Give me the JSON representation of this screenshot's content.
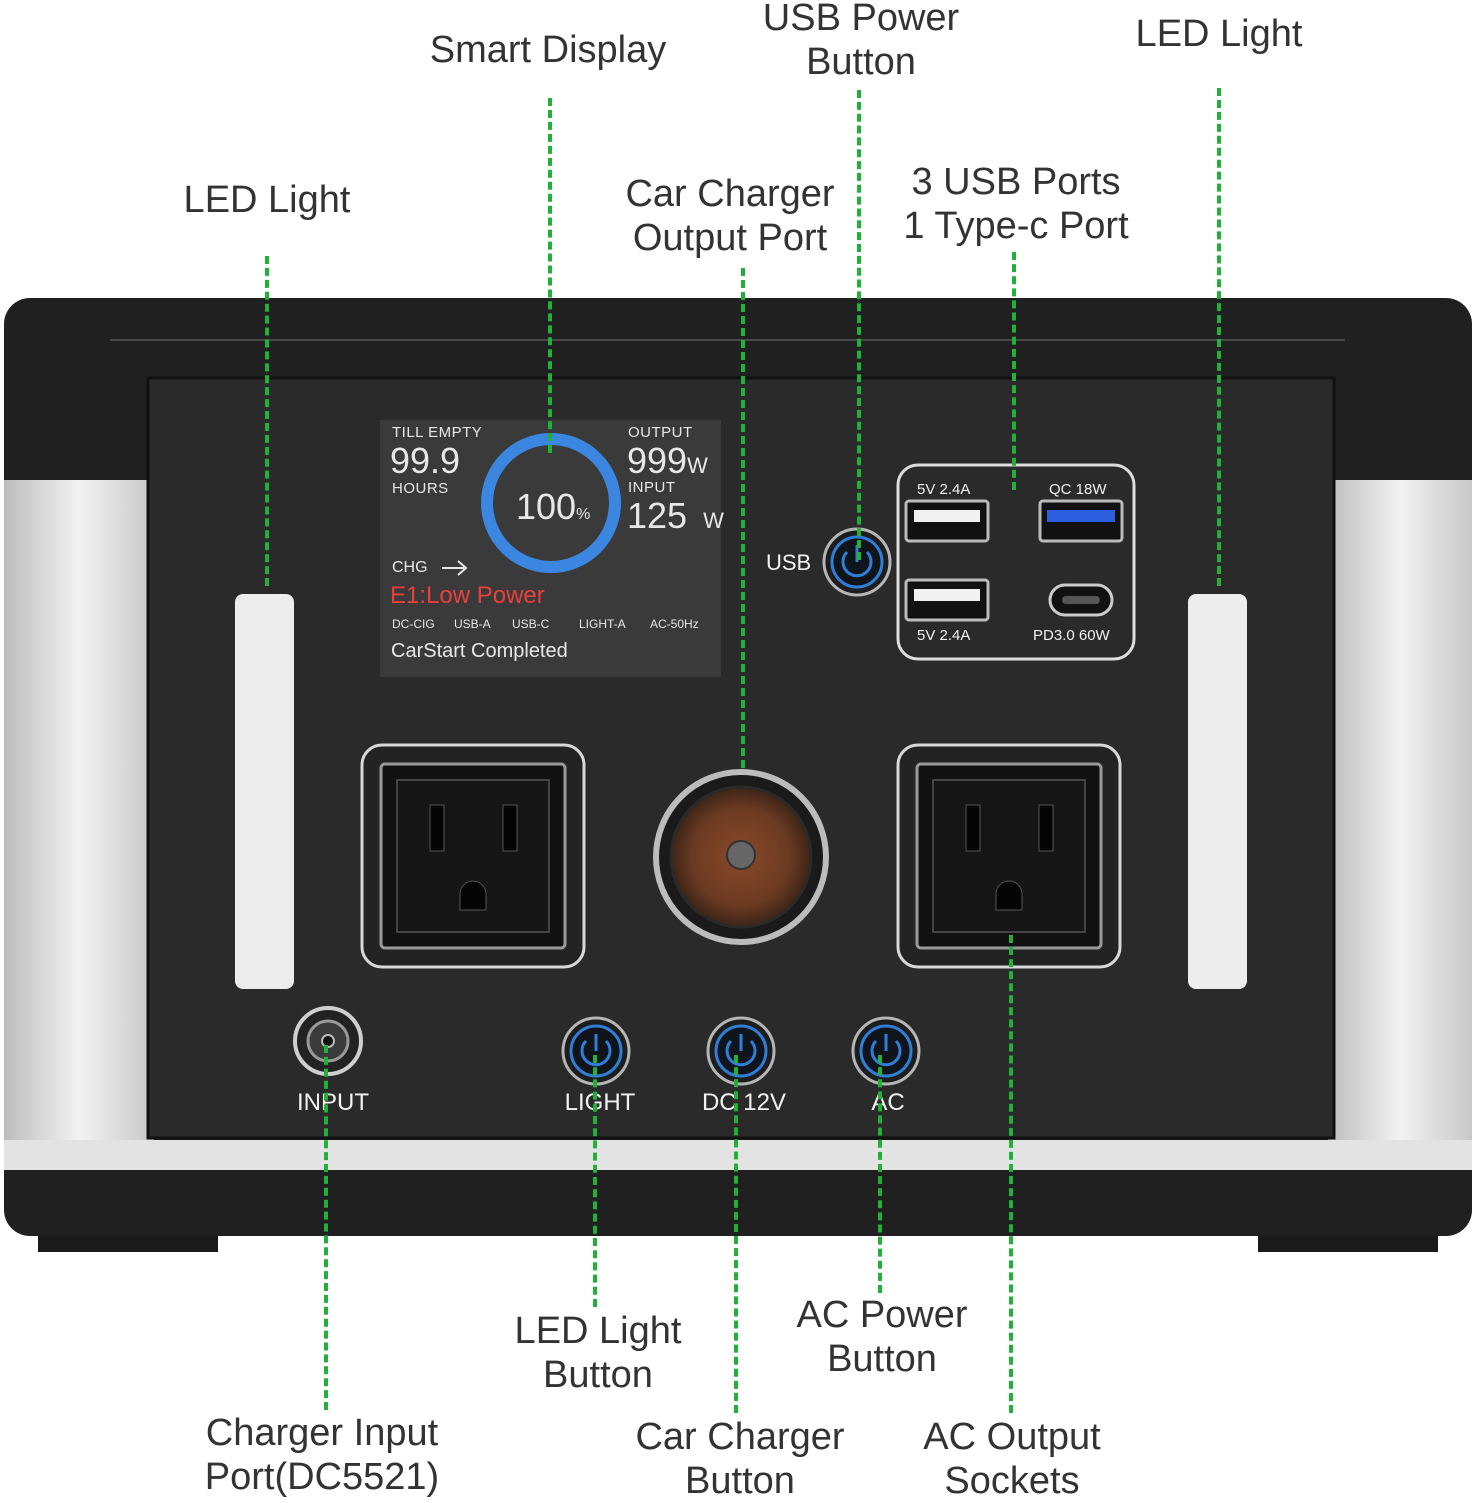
{
  "callouts": {
    "led_light_left": "LED Light",
    "smart_display": "Smart Display",
    "usb_power_button": [
      "USB Power",
      "Button"
    ],
    "led_light_right": "LED Light",
    "car_charger_output_port": [
      "Car Charger",
      "Output Port"
    ],
    "usb_ports": [
      "3 USB Ports",
      "1 Type-c Port"
    ],
    "led_light_button": [
      "LED Light",
      "Button"
    ],
    "ac_power_button": [
      "AC Power",
      "Button"
    ],
    "charger_input_port": [
      "Charger Input",
      "Port(DC5521)"
    ],
    "car_charger_button": [
      "Car Charger",
      "Button"
    ],
    "ac_output_sockets": [
      "AC Output",
      "Sockets"
    ]
  },
  "display": {
    "till_empty_label": "TILL  EMPTY",
    "hours_value": "99.9",
    "hours_label": "HOURS",
    "battery_percent": "100",
    "percent_sign": "%",
    "battery_level": 1.0,
    "output_label": "OUTPUT",
    "output_value": "999",
    "output_unit": "W",
    "input_label": "INPUT",
    "input_value": "125",
    "input_unit": "W",
    "chg_label": "CHG",
    "error_text": "E1:Low  Power",
    "indicators": [
      "DC-CIG",
      "USB-A",
      "USB-C",
      "LIGHT-A",
      "AC-50Hz"
    ],
    "status_text": "CarStart  Completed"
  },
  "panel": {
    "usb_button_label": "USB",
    "usb_port_1": "5V  2.4A",
    "usb_port_2": "5V  2.4A",
    "qc_port": "QC  18W",
    "typec_port": "PD3.0  60W",
    "input_label": "INPUT",
    "light_label": "LIGHT",
    "dc_label": "DC  12V",
    "ac_label": "AC"
  },
  "colors": {
    "leader": "#22b03a",
    "button_ring": "#2f7fd8",
    "battery_ring": "#3a86e0",
    "error_red": "#e8403c"
  }
}
